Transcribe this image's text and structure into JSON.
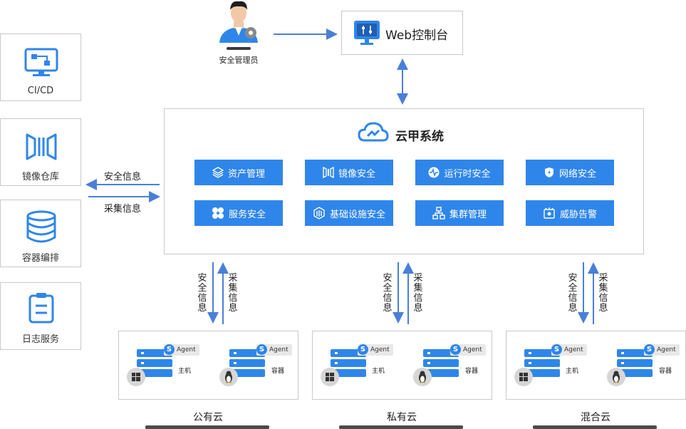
{
  "admin": {
    "label": "安全管理员"
  },
  "console": {
    "label": "Web控制台"
  },
  "system": {
    "title": "云甲系统"
  },
  "modules": [
    {
      "label": "资产管理",
      "icon": "layers-icon"
    },
    {
      "label": "镜像安全",
      "icon": "image-icon"
    },
    {
      "label": "运行时安全",
      "icon": "pulse-icon"
    },
    {
      "label": "网络安全",
      "icon": "shield-bolt-icon"
    },
    {
      "label": "服务安全",
      "icon": "services-icon"
    },
    {
      "label": "基础设施安全",
      "icon": "infrastructure-icon"
    },
    {
      "label": "集群管理",
      "icon": "cluster-icon"
    },
    {
      "label": "威胁告警",
      "icon": "alarm-icon"
    }
  ],
  "sources": [
    {
      "label": "CI/CD",
      "icon": "monitor-flow-icon"
    },
    {
      "label": "镜像仓库",
      "icon": "registry-icon"
    },
    {
      "label": "容器编排",
      "icon": "database-icon"
    },
    {
      "label": "日志服务",
      "icon": "clipboard-icon"
    }
  ],
  "flows": {
    "security_info": "安全信息",
    "collect_info": "采集信息"
  },
  "clouds": [
    {
      "label": "公有云",
      "agent": "Agent",
      "host": "主机",
      "container": "容器",
      "badge": "S"
    },
    {
      "label": "私有云",
      "agent": "Agent",
      "host": "主机",
      "container": "容器",
      "badge": "S"
    },
    {
      "label": "混合云",
      "agent": "Agent",
      "host": "主机",
      "container": "容器",
      "badge": "S"
    }
  ],
  "colors": {
    "accent": "#2f86ea",
    "border": "#c9c9c9",
    "arrow": "#4a7fd8"
  }
}
